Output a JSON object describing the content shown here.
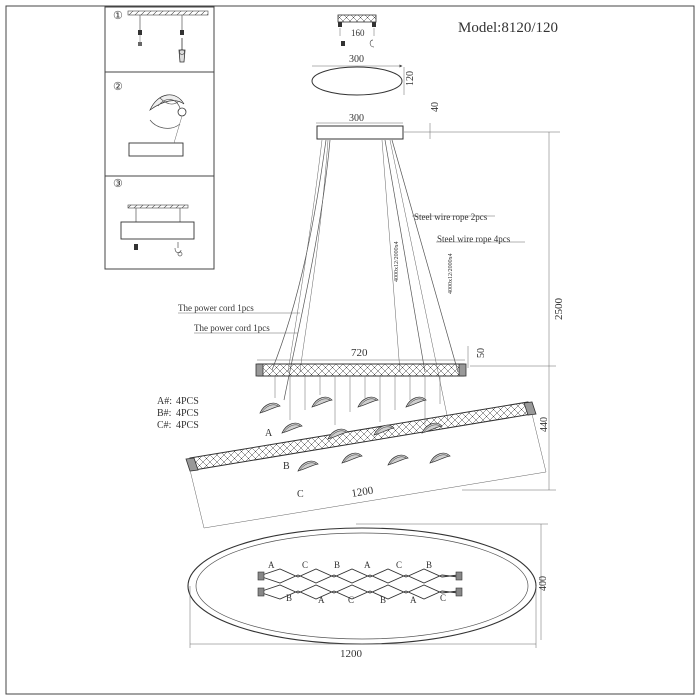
{
  "model": "Model:8120/120",
  "steps": [
    "①",
    "②",
    "③"
  ],
  "dimensions": {
    "canopy_plate_width": "160",
    "canopy_width": "300",
    "canopy_height": "120",
    "canopy_gap": "40",
    "canopy_side_width": "300",
    "total_height": "2500",
    "bar_offset": "50",
    "upper_bar_length": "720",
    "fixture_height": "440",
    "lower_bar_length": "1200",
    "ring_width": "1200",
    "ring_height": "400"
  },
  "labels": {
    "steel_wire_2": "Steel wire rope 2pcs",
    "steel_wire_4": "Steel wire rope 4pcs",
    "power_cord_1": "The power cord  1pcs",
    "power_cord_2": "The power cord  1pcs",
    "wire_len_1": "4000x12/2000x4",
    "wire_len_2": "4000x12/2000x4"
  },
  "parts": [
    {
      "code": "A#:",
      "qty": "4PCS"
    },
    {
      "code": "B#:",
      "qty": "4PCS"
    },
    {
      "code": "C#:",
      "qty": "4PCS"
    }
  ],
  "part_letters": {
    "a": "A",
    "b": "B",
    "c": "C"
  },
  "plan_top_letters": [
    "A",
    "C",
    "B",
    "A",
    "C",
    "B"
  ],
  "plan_bottom_letters": [
    "B",
    "A",
    "C",
    "B",
    "A",
    "C"
  ]
}
